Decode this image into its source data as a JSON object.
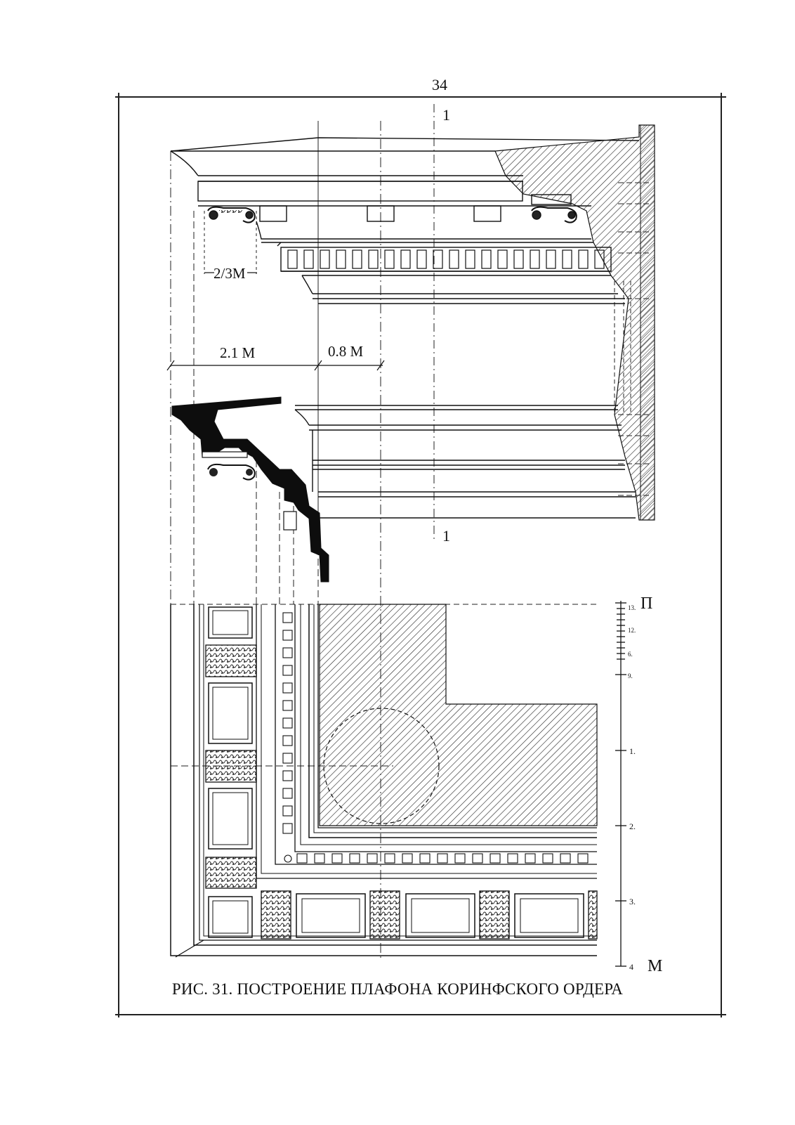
{
  "page": {
    "number": "34"
  },
  "section_marks": {
    "top": "1",
    "bottom": "1"
  },
  "dimensions": {
    "modillion_spacing": "2/3M",
    "projection": "2.1 M",
    "offset": "0.8 M"
  },
  "scale": {
    "top_label": "П",
    "bottom_label": "М",
    "upper_ticks": [
      "13.",
      "12.",
      "6.",
      "9."
    ],
    "module_ticks": [
      "1.",
      "2.",
      "3.",
      "4"
    ]
  },
  "caption": "РИС. 31. ПОСТРОЕНИЕ ПЛАФОНА КОРИНФСКОГО ОРДЕРА",
  "colors": {
    "ink": "#111111",
    "paper": "#ffffff"
  }
}
